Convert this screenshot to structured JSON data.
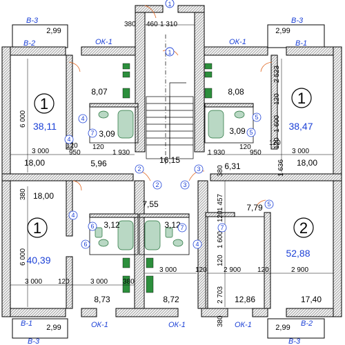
{
  "apartments": {
    "ne": {
      "number": "1",
      "area": "38,11"
    },
    "nw": {
      "number": "1",
      "area": "38,47"
    },
    "sw": {
      "number": "1",
      "area": "40,39"
    },
    "se": {
      "number": "2",
      "area": "52,88"
    }
  },
  "room_areas": {
    "tl_kitchen": "8,07",
    "tr_kitchen": "8,08",
    "tl_bath": "3,09",
    "tr_bath": "3,09",
    "tl_hall": "5,96",
    "tr_hall": "6,31",
    "tl_room": "18,00",
    "tr_room": "18,00",
    "stair": "16,15",
    "lobby": "7,55",
    "bl_room": "18,00",
    "se_room": "7,79",
    "bl_bath": "3,12",
    "br_bath": "3,12",
    "bl_kitchen": "8,73",
    "bc_kitchen": "8,72",
    "se_kitchen": "12,86",
    "se_big_room": "17,40"
  },
  "balconies": {
    "tl_label": "В-3",
    "tl_area": "2,99",
    "tl_sub": "В-2",
    "tr_label": "В-3",
    "tr_area": "2,99",
    "tr_sub": "В-1",
    "bl_label": "В-3",
    "bl_area": "2,99",
    "bl_sub": "В-1",
    "br_label": "В-3",
    "br_area": "2,99",
    "br_sub": "В-2"
  },
  "windows": {
    "top_l": "ОК-1",
    "top_r": "ОК-1",
    "bot_1": "ОК-1",
    "bot_2": "ОК-1",
    "bot_3": "ОК-1"
  },
  "dims": {
    "d380_top": "380",
    "d460": "460",
    "d1310": "1 310",
    "d6000_l": "6 000",
    "d6000_bl": "6 000",
    "d3000_a": "3 000",
    "d120_a": "120",
    "d950_a": "950",
    "d120_b": "120",
    "d1930_a": "1 930",
    "d1930_b": "1 930",
    "d120_c": "120",
    "d950_b": "950",
    "d120_d": "120",
    "d3000_b": "3 000",
    "d2523": "2 523",
    "d120_v1": "120",
    "d1600_v1": "1 600",
    "d120_v2": "120",
    "d1636": "1 636",
    "d380_mid_l": "380",
    "d380_mid": "380",
    "d1457": "1 457",
    "d120_v3": "120",
    "d1600_v2": "1 600",
    "d120_v4": "120",
    "d2703": "2 703",
    "d380_bot": "380",
    "d3000_c": "3 000",
    "d120_e": "120",
    "d3000_d": "3 000",
    "d380_c": "380",
    "d3000_e": "3 000",
    "d120_f": "120",
    "d2900_a": "2 900",
    "d120_g": "120",
    "d2900_b": "2 900"
  },
  "markers": {
    "axis_1": "1",
    "axis_1b": "1",
    "m2a": "2",
    "m2b": "2",
    "m3a": "3",
    "m3b": "3",
    "m4a": "4",
    "m4b": "4",
    "m4c": "4",
    "m4d": "4",
    "m5a": "5",
    "m5b": "5",
    "m5c": "5",
    "m6a": "6",
    "m6b": "6",
    "m7a": "7",
    "m7b": "7",
    "m7c": "7"
  }
}
